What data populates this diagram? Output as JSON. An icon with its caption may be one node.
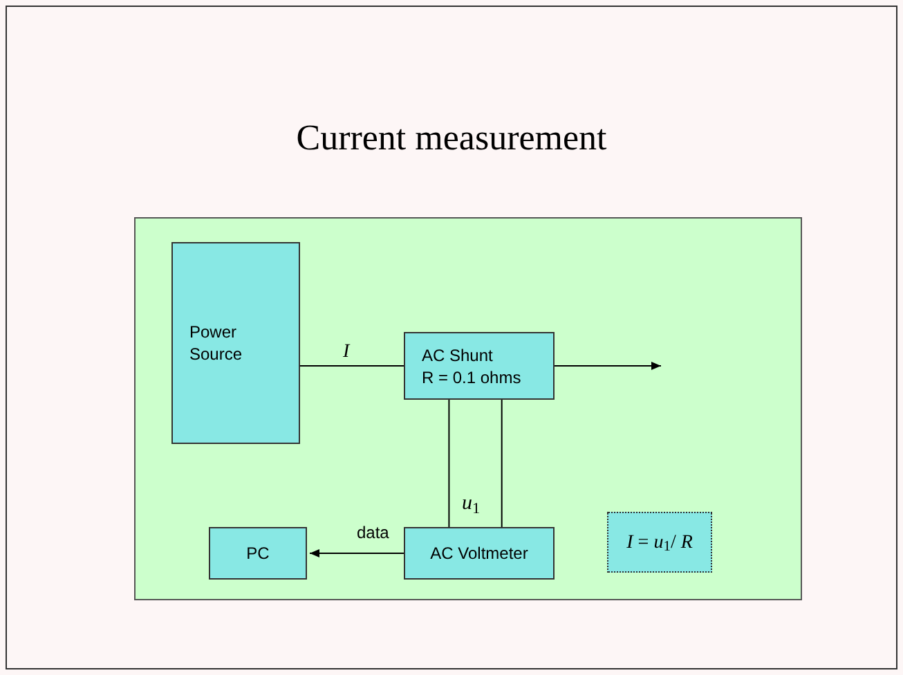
{
  "diagram": {
    "title": "Current measurement",
    "nodes": [
      {
        "text": [],
        "shape": "box"
      },
      {
        "text": [
          "Power Source"
        ],
        "in": 0
      },
      {
        "text": [
          "AC Shunt",
          "R = 0.1 ohms"
        ],
        "in": 0
      },
      {
        "text": [
          "AC Voltmeter"
        ],
        "in": 0
      },
      {
        "text": [
          "PC"
        ],
        "in": 0
      },
      {
        "text": [
          "*I* = *u*$_{1}$/ *R*"
        ],
        "in": 0
      }
    ],
    "edges": [
      {
        "from": 1,
        "to": 2,
        "arrow": "none",
        "label": "I"
      },
      {
        "from": 2,
        "to": null,
        "arrow": "to"
      },
      {
        "from": 2,
        "to": 3,
        "arrow": "none"
      },
      {
        "from": 2,
        "to": 3,
        "arrow": "none"
      },
      {
        "from": 3,
        "to": 4,
        "arrow": "to",
        "label": "data"
      }
    ],
    "labels": [
      "*u*$_{1}$"
    ]
  }
}
